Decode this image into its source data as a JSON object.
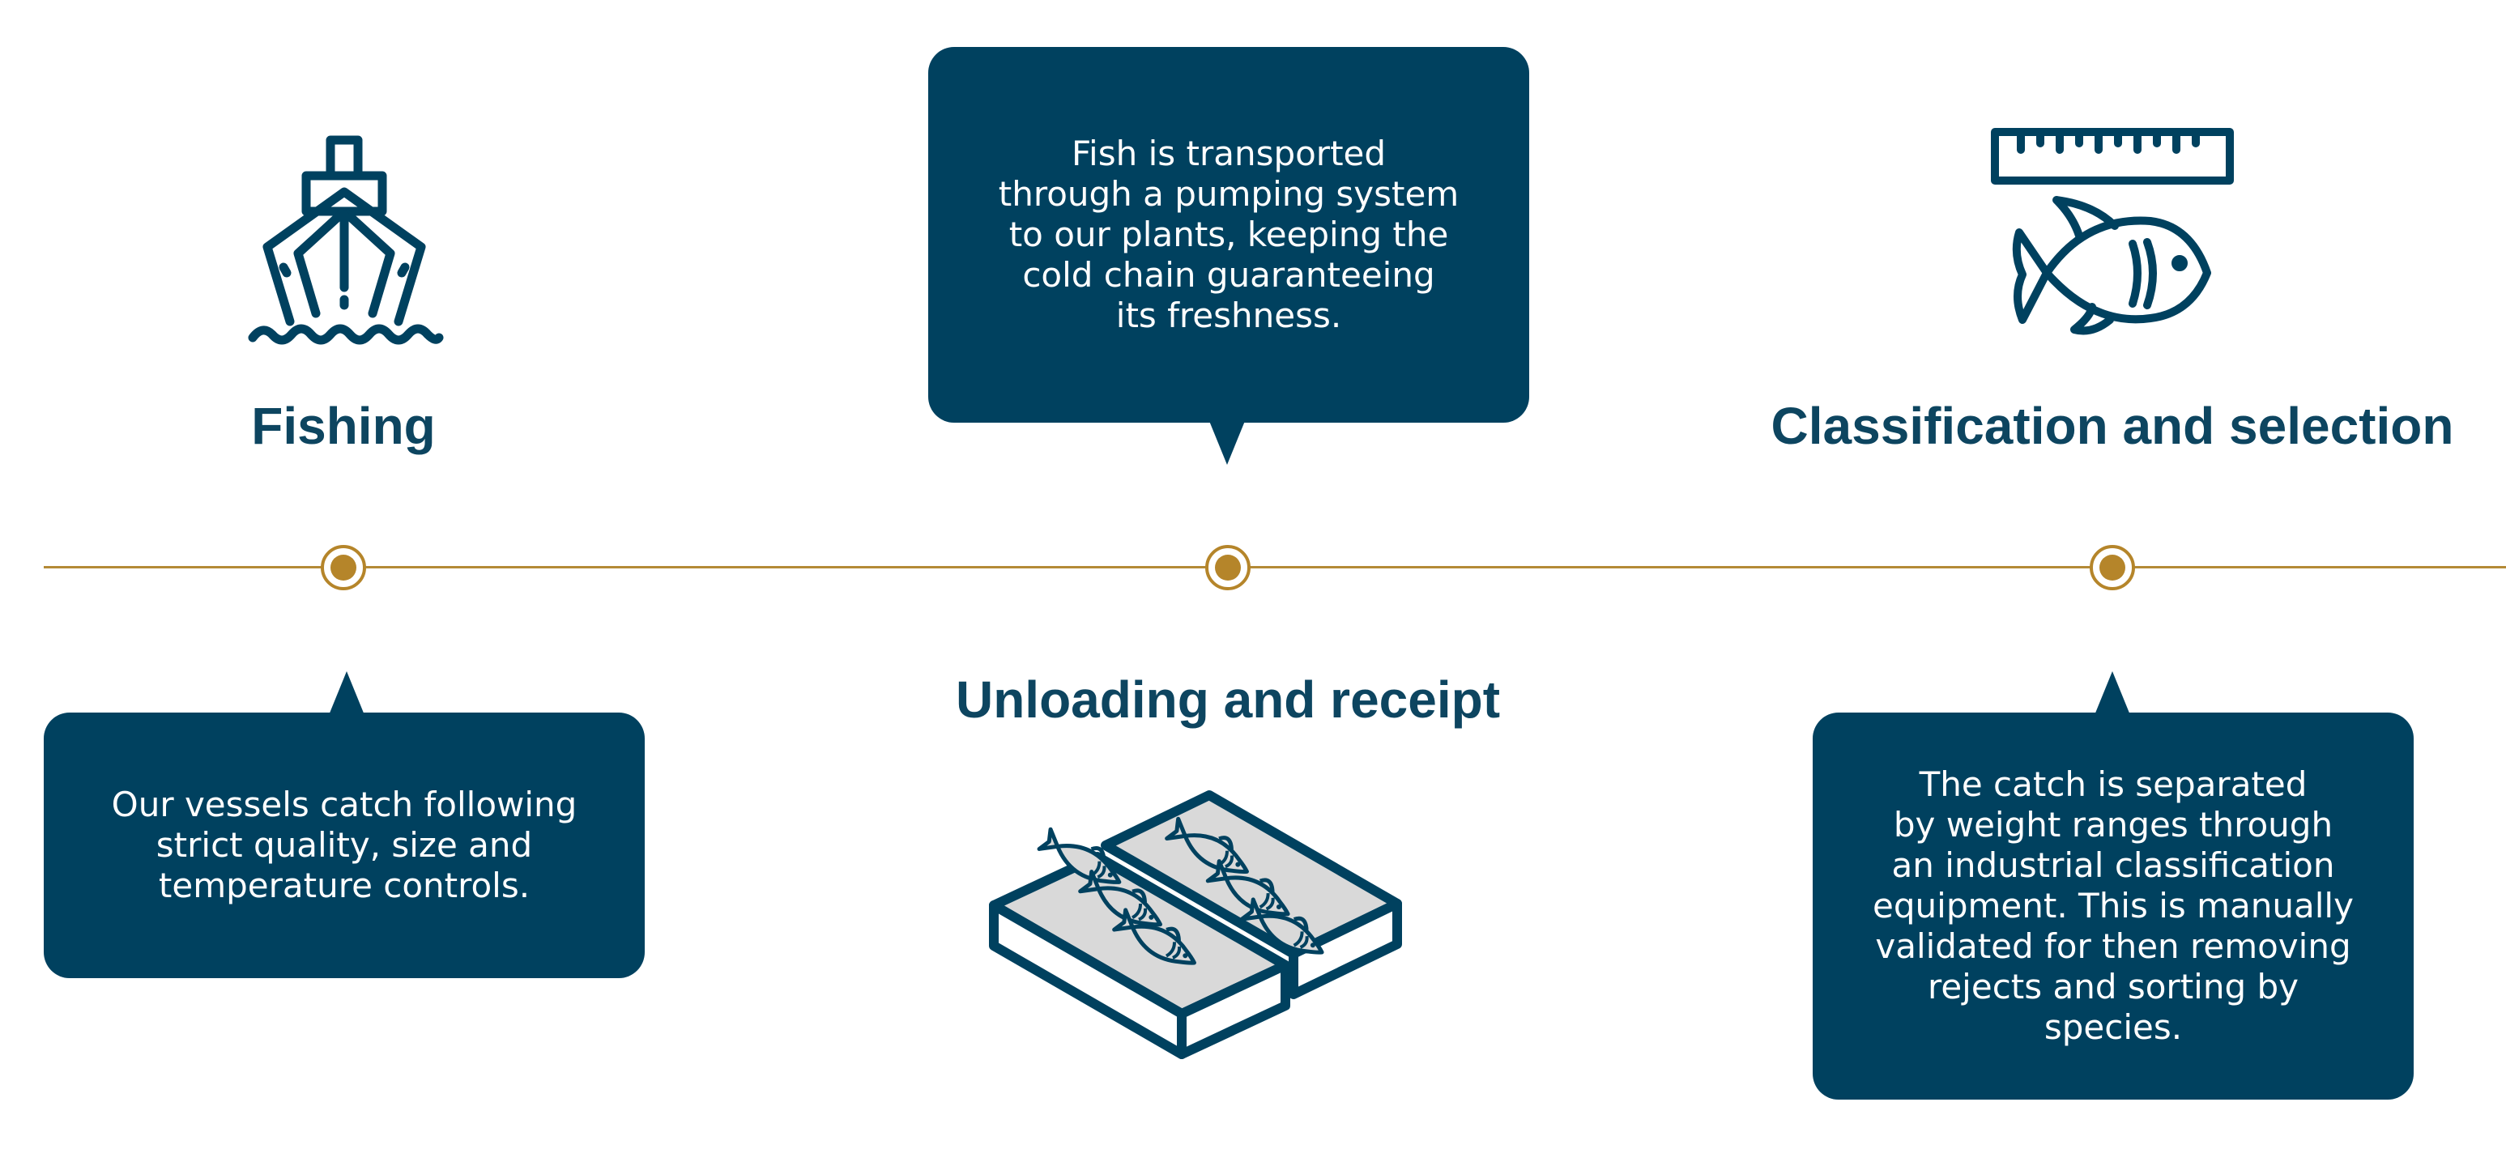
{
  "colors": {
    "navy": "#00415f",
    "title_navy": "#0d4560",
    "gold": "#b5852a",
    "fish_fill": "#d9d9d9"
  },
  "steps": [
    {
      "title": "Fishing",
      "icon": "ship-icon",
      "description": "Our vessels catch following\nstrict quality, size and\ntemperature controls."
    },
    {
      "title": "Unloading and receipt",
      "icon": "fish-crates-icon",
      "description": "Fish is transported\nthrough a pumping system\nto our plants, keeping the\ncold chain guaranteeing\nits freshness."
    },
    {
      "title": "Classification and selection",
      "icon": "ruler-fish-icon",
      "description": "The catch is separated\nby weight ranges through\nan industrial classification\nequipment. This is manually\nvalidated for then removing\nrejects and sorting by\nspecies."
    }
  ]
}
